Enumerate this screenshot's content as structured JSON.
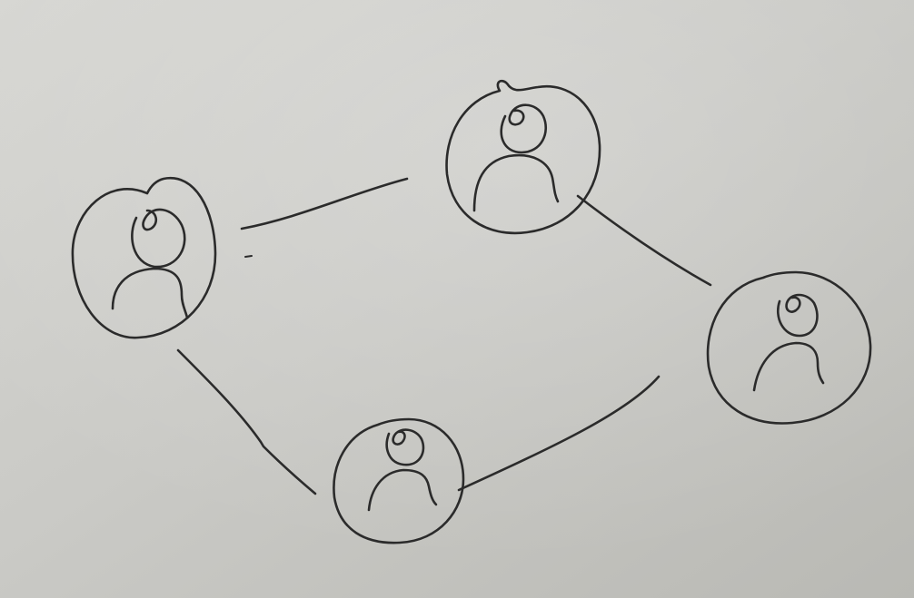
{
  "diagram": {
    "kind": "hand-drawn network sketch",
    "ink_color": "#2b2b2b",
    "paper_color": "#c9c9c4",
    "nodes": [
      {
        "id": "node-left",
        "icon": "person-icon"
      },
      {
        "id": "node-top",
        "icon": "person-icon"
      },
      {
        "id": "node-right",
        "icon": "person-icon"
      },
      {
        "id": "node-bottom",
        "icon": "person-icon"
      }
    ],
    "edges": [
      {
        "from": "node-left",
        "to": "node-top"
      },
      {
        "from": "node-top",
        "to": "node-right"
      },
      {
        "from": "node-right",
        "to": "node-bottom"
      },
      {
        "from": "node-bottom",
        "to": "node-left"
      }
    ]
  }
}
